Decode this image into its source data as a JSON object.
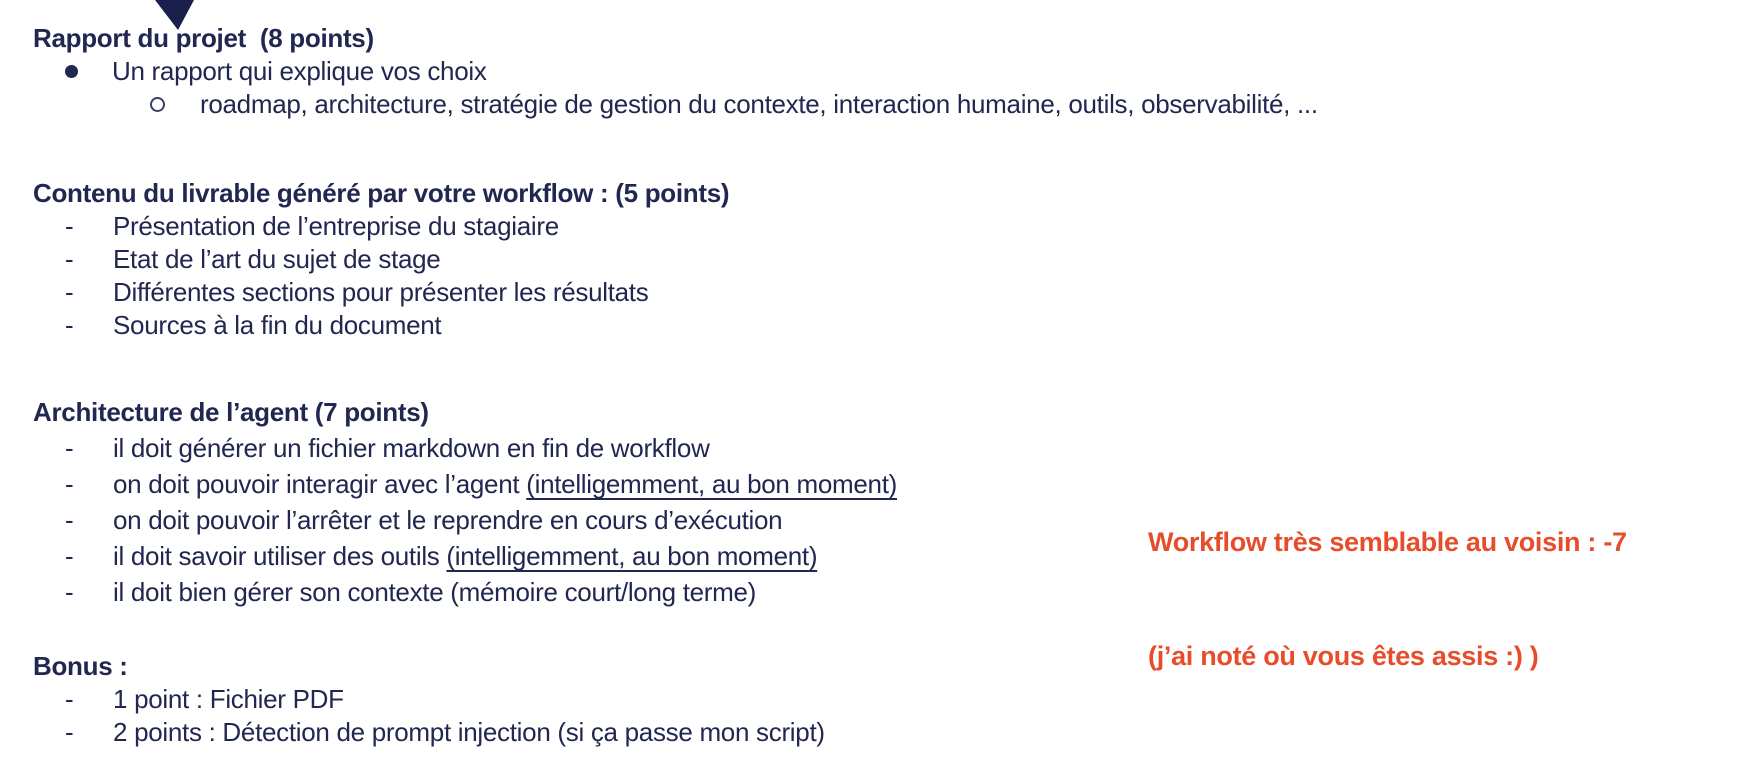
{
  "page": {
    "background_color": "#ffffff",
    "text_color": "#212750",
    "annotation_color": "#e74c2b",
    "decoration": "navy-triangle-wedge-top-left"
  },
  "sections": [
    {
      "heading": "Rapport du projet  (8 points)",
      "items": [
        {
          "marker": "filled-bullet",
          "text": "Un rapport qui explique vos choix"
        },
        {
          "marker": "hollow-circle",
          "text": "roadmap, architecture, stratégie de gestion du contexte, interaction humaine, outils, observabilité, ..."
        }
      ]
    },
    {
      "heading": "Contenu du livrable généré par votre workflow : (5 points)",
      "items": [
        {
          "marker": "dash",
          "text": "Présentation de l’entreprise du stagiaire"
        },
        {
          "marker": "dash",
          "text": "Etat de l’art du sujet de stage"
        },
        {
          "marker": "dash",
          "text": "Différentes sections pour présenter les résultats"
        },
        {
          "marker": "dash",
          "text": "Sources à la fin du document"
        }
      ]
    },
    {
      "heading": "Architecture de l’agent (7 points)",
      "items": [
        {
          "marker": "dash",
          "text": "il doit générer un fichier markdown en fin de workflow"
        },
        {
          "marker": "dash",
          "text_before": "on doit pouvoir interagir avec l’agent ",
          "text_underlined": "(intelligemment, au bon moment)"
        },
        {
          "marker": "dash",
          "text": "on doit pouvoir l’arrêter et le reprendre en cours d’exécution"
        },
        {
          "marker": "dash",
          "text_before": "il doit savoir utiliser des outils ",
          "text_underlined": "(intelligemment, au bon moment)"
        },
        {
          "marker": "dash",
          "text": "il doit bien gérer son contexte (mémoire court/long terme)"
        }
      ]
    },
    {
      "heading": "Bonus :",
      "items": [
        {
          "marker": "dash",
          "text": "1 point : Fichier PDF"
        },
        {
          "marker": "dash",
          "text": "2 points : Détection de prompt injection (si ça passe mon script)"
        }
      ]
    }
  ],
  "annotation": {
    "line1": "Workflow très semblable au voisin : -7",
    "line2": "(j’ai noté où vous êtes assis :) )"
  }
}
